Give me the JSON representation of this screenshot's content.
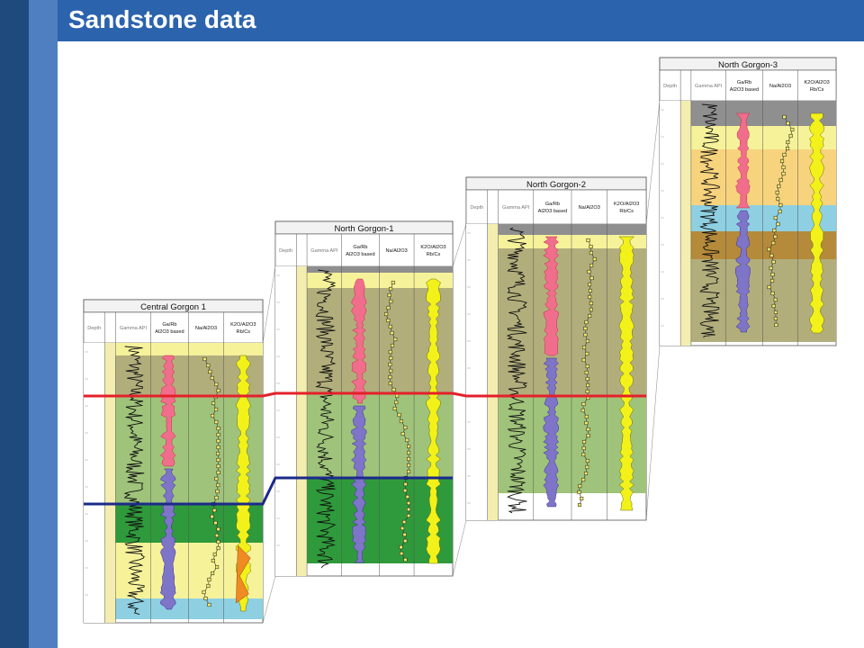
{
  "slide": {
    "title": "Sandstone data"
  },
  "colors": {
    "sidebar_dark": "#1f4a7d",
    "sidebar_light": "#4f7fc0",
    "header_band": "#2b63ad",
    "zone_light_yellow": "#f6f29a",
    "zone_olive": "#b2ae7c",
    "zone_light_green": "#9fc37a",
    "zone_dark_green": "#2f9a3b",
    "zone_cyan": "#8ed0e2",
    "zone_orange": "#f7d37d",
    "zone_brown": "#b58a3a",
    "zone_grey": "#8f8f8f",
    "correlation_red": "#e4202a",
    "correlation_blue": "#1c2a8a",
    "fill_pink": "#f06e8c",
    "fill_purple": "#7e74c8",
    "fill_yellow": "#f2f21a",
    "fill_orange": "#f08a22"
  },
  "wells": [
    {
      "name": "Central Gorgon 1",
      "columns": [
        "Depth",
        "Gamma API",
        "Ga/Rb\nAl2O3 based",
        "Na/Al2O3",
        "K2O/Al2O3\nRb/Cs"
      ]
    },
    {
      "name": "North Gorgon-1",
      "columns": [
        "Depth",
        "Gamma API",
        "Ga/Rb\nAl2O3 based",
        "Na/Al2O3",
        "K2O/Al2O3\nRb/Cs"
      ]
    },
    {
      "name": "North Gorgon-2",
      "columns": [
        "Depth",
        "Gamma API",
        "Ga/Rb\nAl2O3 based",
        "Na/Al2O3",
        "K2O/Al2O3\nRb/Cs"
      ]
    },
    {
      "name": "North Gorgon-3",
      "columns": [
        "Depth",
        "Gamma API",
        "Ga/Rb\nAl2O3 based",
        "Na/Al2O3",
        "K2O/Al2O3\nRb/Cs"
      ]
    }
  ]
}
